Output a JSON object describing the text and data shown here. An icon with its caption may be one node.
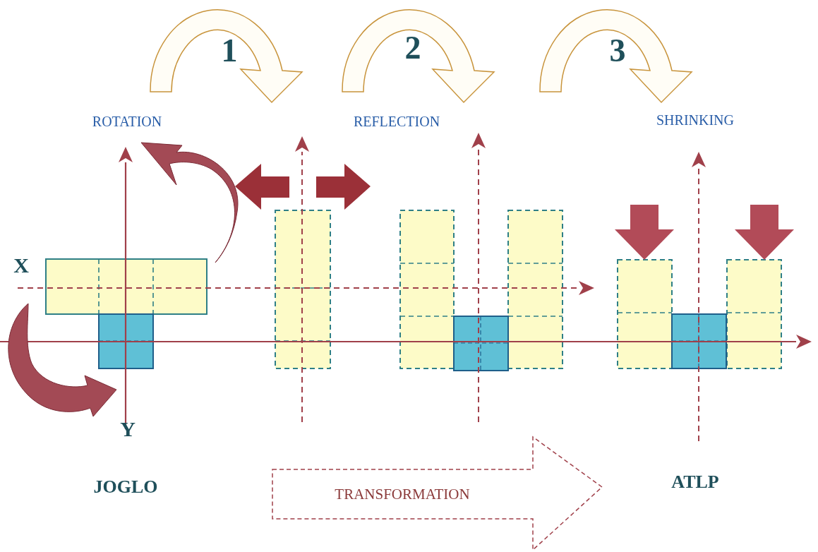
{
  "diagram": {
    "nodes": [
      {
        "text": [
          "TRANSFORMATION"
        ]
      }
    ],
    "labels": [
      "1",
      "2",
      "3",
      "ROTATION",
      "REFLECTION",
      "SHRINKING",
      "X",
      "Y",
      "JOGLO",
      "ATLP"
    ]
  }
}
